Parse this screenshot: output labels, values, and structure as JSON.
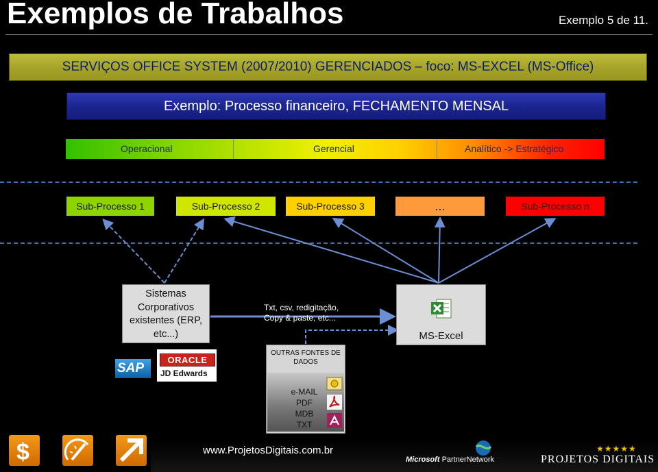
{
  "header": {
    "title": "Exemplos de Trabalhos",
    "slide_counter": "Exemplo 5 de 11."
  },
  "banners": {
    "services": "SERVIÇOS OFFICE SYSTEM (2007/2010) GERENCIADOS – foco: MS-EXCEL (MS-Office)",
    "example": "Exemplo: Processo financeiro, FECHAMENTO MENSAL"
  },
  "levels": {
    "operational": "Operacional",
    "managerial": "Gerencial",
    "analytical": "Analítico -> Estratégico"
  },
  "subprocesses": [
    {
      "label": "Sub-Processo 1",
      "color": "#8dd400"
    },
    {
      "label": "Sub-Processo 2",
      "color": "#cfe600"
    },
    {
      "label": "Sub-Processo 3",
      "color": "#ffd000"
    },
    {
      "label": "...",
      "color": "#ff9a3a"
    },
    {
      "label": "Sub-Processo n",
      "color": "#ff0000"
    }
  ],
  "systems": {
    "corporate": "Sistemas Corporativos existentes (ERP, etc...)",
    "transfer_line1": "Txt, csv, redigitação,",
    "transfer_line2": "Copy & paste, etc...",
    "excel": "MS-Excel"
  },
  "other_sources": {
    "title": "OUTRAS FONTES DE DADOS",
    "items": [
      "e-MAIL",
      "PDF",
      "MDB",
      "TXT"
    ]
  },
  "logos": {
    "sap": "SAP",
    "oracle": "ORACLE",
    "jd_edwards": "JD Edwards"
  },
  "footer": {
    "url": "www.ProjetosDigitais.com.br",
    "ms_brand": "Microsoft",
    "ms_partner": "PartnerNetwork",
    "company": "PROJETOS DIGITAIS",
    "stars": "★★★★★"
  },
  "colors": {
    "olive_banner": "#a7a42a",
    "blue_banner": "#1b2690",
    "dashed_line": "#4a6fb8",
    "arrow": "#6c8fd4"
  },
  "icons": [
    "dollar-icon",
    "gauge-icon",
    "arrow-upright-icon",
    "excel-icon",
    "email-icon",
    "pdf-icon",
    "access-icon"
  ]
}
